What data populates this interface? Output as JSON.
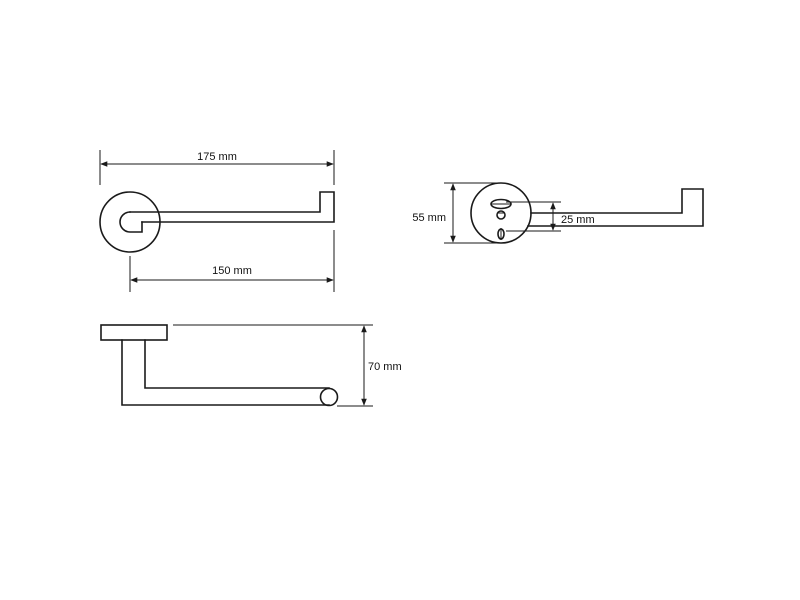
{
  "dimensions": {
    "overall_length": "175 mm",
    "bar_length": "150 mm",
    "rosette_diameter": "55 mm",
    "screw_spacing": "25 mm",
    "projection": "70 mm"
  }
}
